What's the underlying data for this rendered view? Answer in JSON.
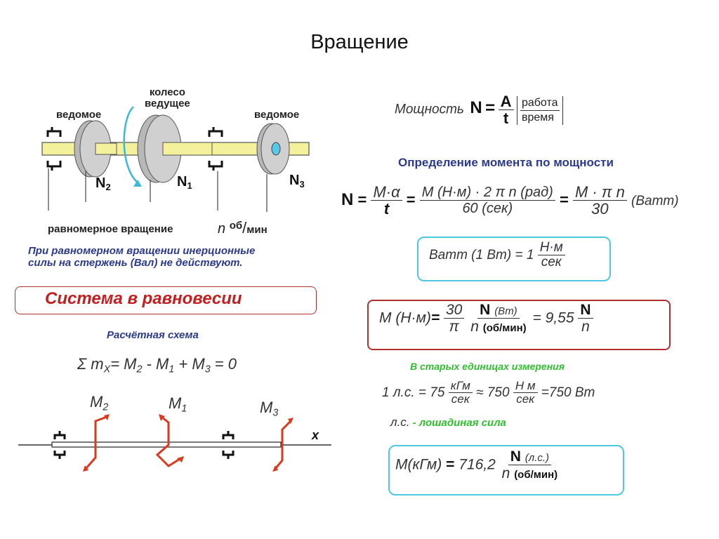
{
  "title": "Вращение",
  "shaft": {
    "wheel_label": "колесо\nведущее",
    "driven_left": "ведомое",
    "driven_right": "ведомое",
    "n2": "N",
    "n2_sub": "2",
    "n1": "N",
    "n1_sub": "1",
    "n3": "N",
    "n3_sub": "3",
    "uniform_rotation": "равномерное вращение",
    "rpm_n": "n",
    "rpm_unit_top": "об",
    "rpm_unit_bottom": "мин",
    "note": "При равномерном вращении инерционные\nсилы на стержень (Вал) не действуют.",
    "equilibrium": "Система в равновесии"
  },
  "scheme": {
    "label": "Расчётная схема",
    "sum_prefix": "Σ m",
    "sum_sub": "X",
    "sum_eq": "= M",
    "m2s": "2",
    "minus": " - M",
    "m1s": "1",
    "plus": " + M",
    "m3s": "3",
    "eq0": " = 0",
    "m2_label": "M",
    "m2_sub": "2",
    "m1_label": "M",
    "m1_sub": "1",
    "m3_label": "M",
    "m3_sub": "3",
    "x_label": "x"
  },
  "power": {
    "label": "Мощность",
    "N": "N",
    "eq": "=",
    "A": "A",
    "t": "t",
    "work": "работа",
    "time": "время"
  },
  "moment_def": {
    "heading": "Определение момента по мощности",
    "N": "N",
    "eq": "=",
    "ma_num": "M·α",
    "t": "t",
    "long_num": "M (Н·м) · 2 π n (рад)",
    "long_den": "60  (сек)",
    "short_num": "M · π n",
    "short_den": "30",
    "watt": "(Ватт)"
  },
  "watt_box": {
    "left": "Ватт (1 Вт) = 1",
    "num": "Н·м",
    "den": "сек"
  },
  "moment_box": {
    "left": "M (Н·м)",
    "eq": "=",
    "c_num": "30",
    "c_den": "π",
    "N": "N",
    "bt": "(Вт)",
    "n": "n",
    "rpm": "(об/мин)",
    "eq2": "= 9,55",
    "N2": "N",
    "n2": "n"
  },
  "old_units": {
    "heading": "В старых единицах измерения",
    "hp": "1 л.с. = 75",
    "kgm": "кГм",
    "sec": "сек",
    "approx": "≈ 750",
    "nm": "Н м",
    "sec2": "сек",
    "tail": "=750 Вт",
    "hp_short": "л.с.",
    "hp_def": " - лошадиная сила"
  },
  "kgm_box": {
    "left": "M(кГм)",
    "eq": "=",
    "val": "716,2",
    "N": "N",
    "hp": "(л.с.)",
    "n": "n",
    "rpm": "(об/мин)"
  },
  "colors": {
    "shaft": "#f3f19b",
    "wheel": "#c8c8c8",
    "hole": "#58c8e8",
    "arrow_cyan": "#3bb8d8",
    "moment_red": "#d83a1e",
    "frame_red": "#b03030",
    "frame_cyan": "#4ec8e0",
    "equilibrium_red": "#c41f1f",
    "navy": "#2b3a8f",
    "green": "#2fbf2f"
  }
}
